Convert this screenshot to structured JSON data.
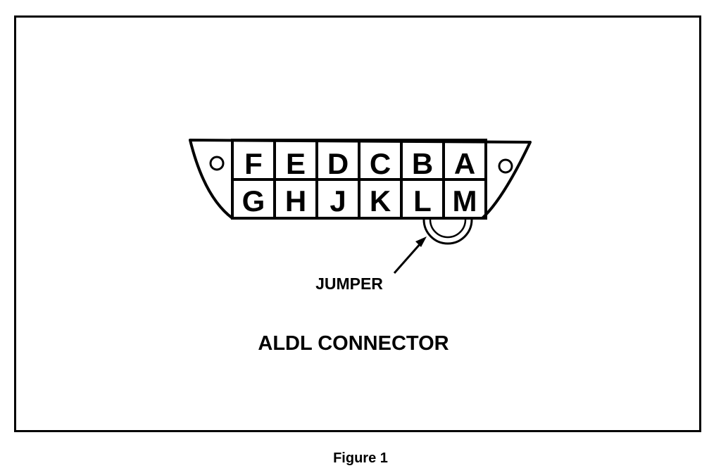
{
  "connector": {
    "top_row_pins": [
      "F",
      "E",
      "D",
      "C",
      "B",
      "A"
    ],
    "bottom_row_pins": [
      "G",
      "H",
      "J",
      "K",
      "L",
      "M"
    ],
    "jumper_label": "JUMPER",
    "title": "ALDL CONNECTOR"
  },
  "caption": "Figure 1"
}
